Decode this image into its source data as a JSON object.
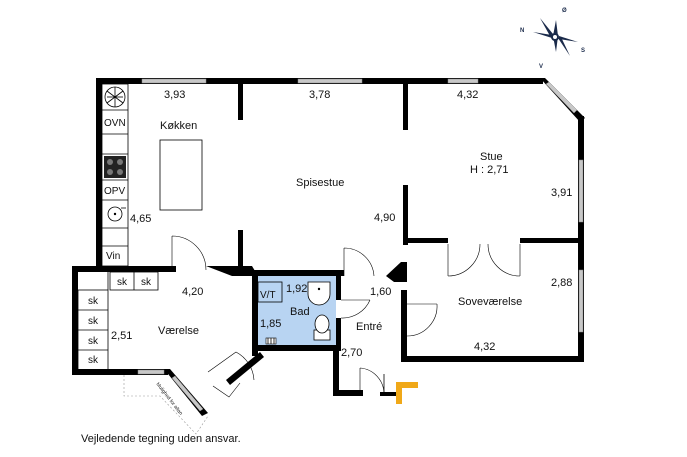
{
  "compass": {
    "n": "N",
    "s": "S",
    "o": "Ø",
    "v": "V"
  },
  "rooms": {
    "kitchen": "Køkken",
    "dining": "Spisestue",
    "living": "Stue",
    "living_height": "H : 2,71",
    "bedroom": "Soveværelse",
    "room": "Værelse",
    "bath": "Bad",
    "entry": "Entré"
  },
  "fixtures": {
    "oven": "OVN",
    "dishwasher": "OPV",
    "wine": "Vin",
    "cabinet": "sk",
    "washer_dryer": "V/T"
  },
  "dimensions": {
    "kitchen_width": "3,93",
    "dining_width": "3,78",
    "living_width": "4,32",
    "living_depth": "3,91",
    "dining_depth": "4,90",
    "kitchen_depth": "4,65",
    "room_width": "4,20",
    "room_depth": "2,51",
    "bath_width": "1,92",
    "bath_depth": "1,85",
    "entry_width": "1,60",
    "entry_depth": "2,70",
    "bedroom_depth": "2,88",
    "bedroom_width": "4,32"
  },
  "annotations": {
    "altan": "Mulighed for altan"
  },
  "footer": "Vejledende tegning uden ansvar."
}
